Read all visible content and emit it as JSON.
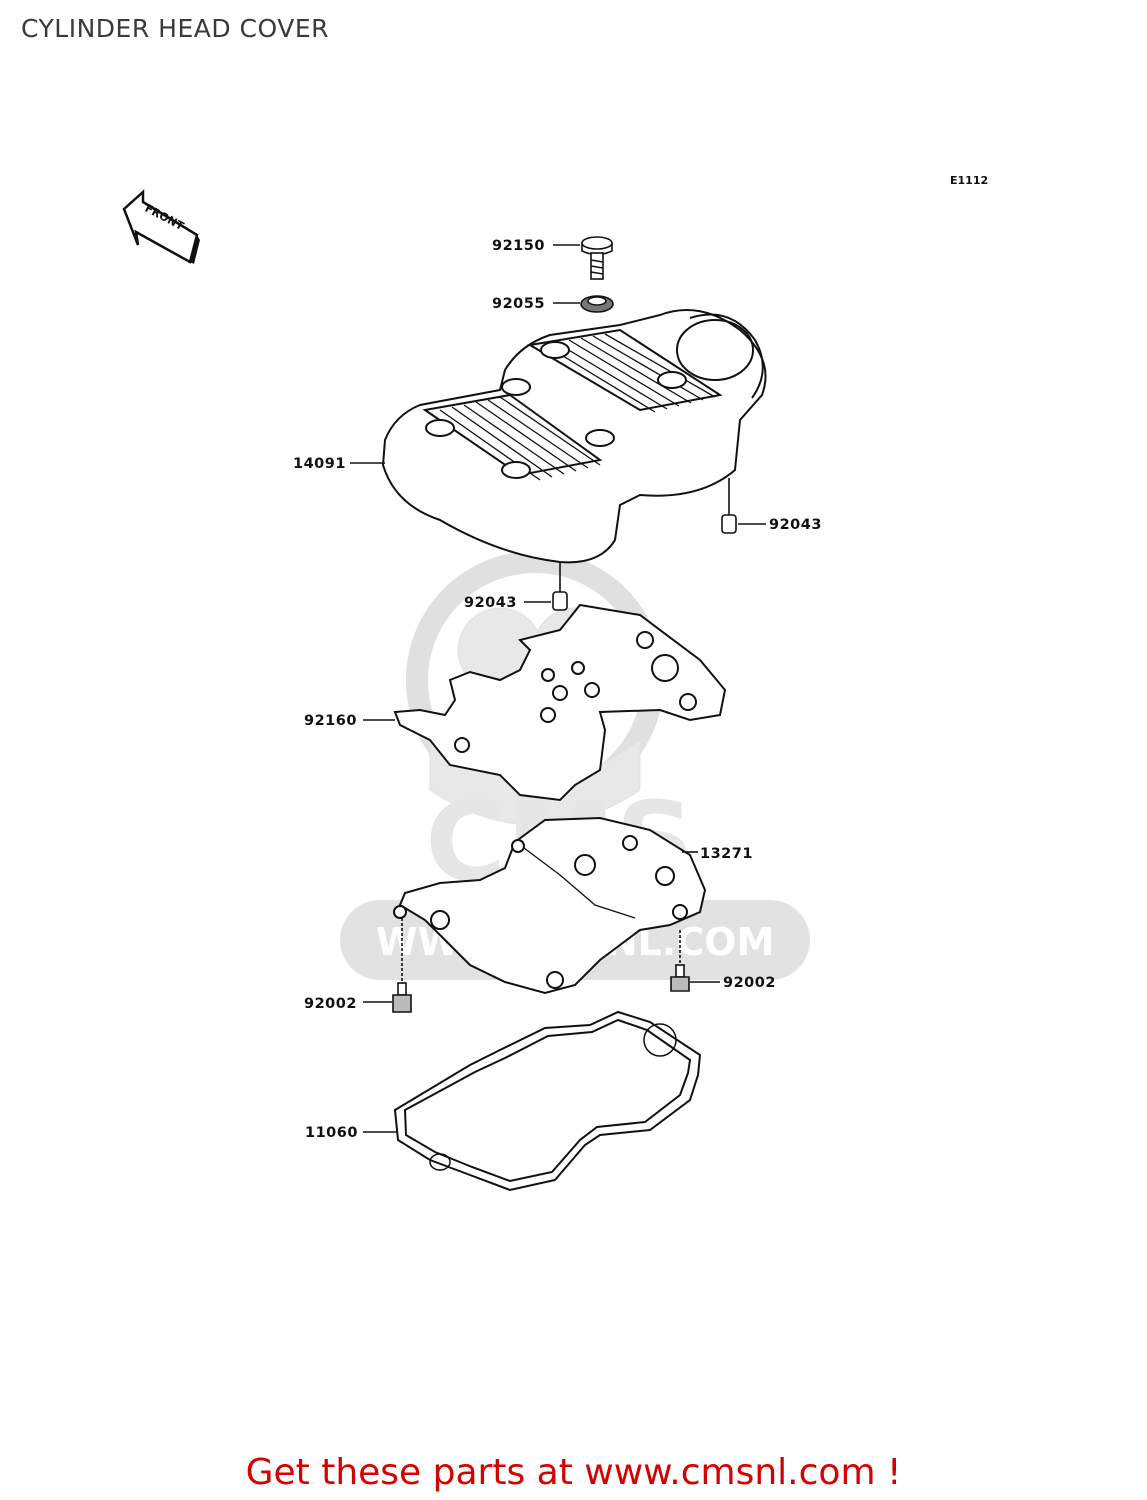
{
  "title": "CYLINDER HEAD COVER",
  "diagram_code": "E1112",
  "front_label": "FRONT",
  "watermark": {
    "brand": "CMS",
    "url": "WWW.CMSNL.COM"
  },
  "callouts": {
    "c92150": "92150",
    "c92055": "92055",
    "c14091": "14091",
    "c92043_right": "92043",
    "c92043_left": "92043",
    "c92160": "92160",
    "c13271": "13271",
    "c92002_right": "92002",
    "c92002_left": "92002",
    "c11060": "11060"
  },
  "promo": {
    "text": "Get these parts at www.cmsnl.com !"
  },
  "colors": {
    "promo": "#d60000",
    "watermark": "#e6e6e6",
    "line": "#111111"
  }
}
